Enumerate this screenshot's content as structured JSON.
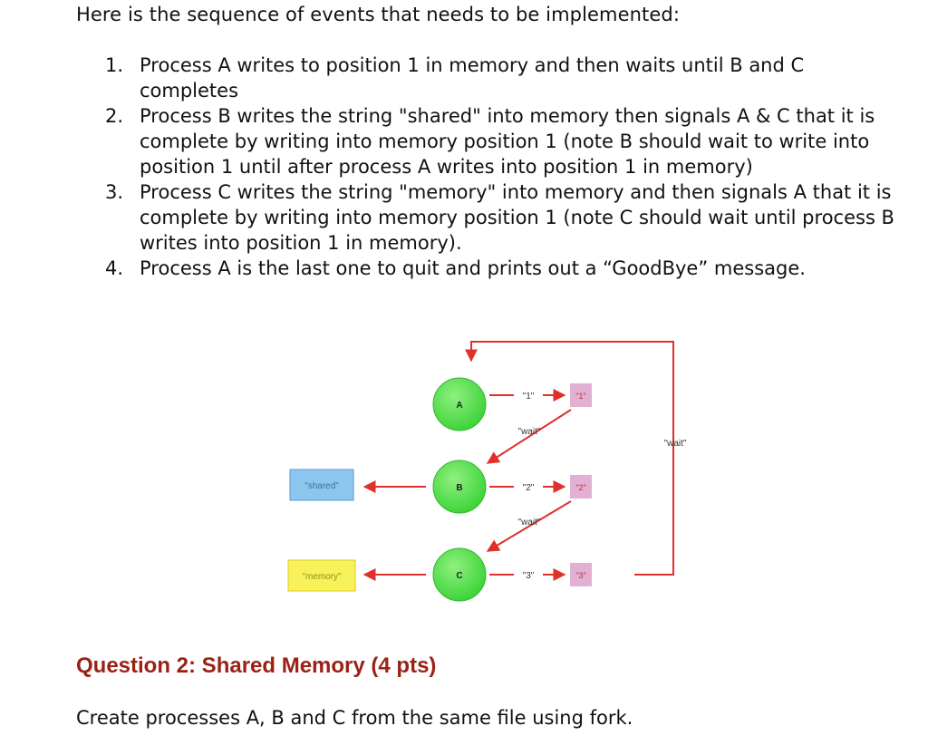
{
  "intro": "Here is the sequence of events that needs to be implemented:",
  "steps": [
    {
      "num": "1.",
      "text": "Process A writes to position 1 in memory and then waits until B and C completes"
    },
    {
      "num": "2.",
      "text": "Process B writes the string \"shared\" into memory then signals A & C that it is complete by writing into memory position 1 (note B should wait to write into position 1 until after process A writes into position 1 in memory)"
    },
    {
      "num": "3.",
      "text": "Process C writes the string \"memory\" into memory and then signals A that it is complete by writing into memory position 1 (note C should wait until process B writes into position 1 in memory)."
    },
    {
      "num": "4.",
      "text": "Process A is the last one to quit and prints out a “GoodBye” message."
    }
  ],
  "diagram": {
    "nodes": {
      "a": "A",
      "b": "B",
      "c": "C"
    },
    "outputs": {
      "shared": "\"shared\"",
      "memory": "\"memory\""
    },
    "writes": {
      "w1": "\"1\"",
      "w2": "\"2\"",
      "w3": "\"3\""
    },
    "slots": {
      "s1": "\"1\"",
      "s2": "\"2\"",
      "s3": "\"3\""
    },
    "waits": {
      "wait_a": "\"wait\"",
      "wait_b": "\"wait\"",
      "wait_loop": "\"wait\""
    },
    "colors": {
      "node_green": "#4fe04a",
      "arrow_red": "#e0302a",
      "slot_pink": "#e2b0d2",
      "shared_blue": "#8ec5ee",
      "memory_yellow": "#f7f25a"
    }
  },
  "question": {
    "heading": "Question 2: Shared Memory (4 pts)",
    "body": "Create processes A, B and C from the same file using fork."
  }
}
